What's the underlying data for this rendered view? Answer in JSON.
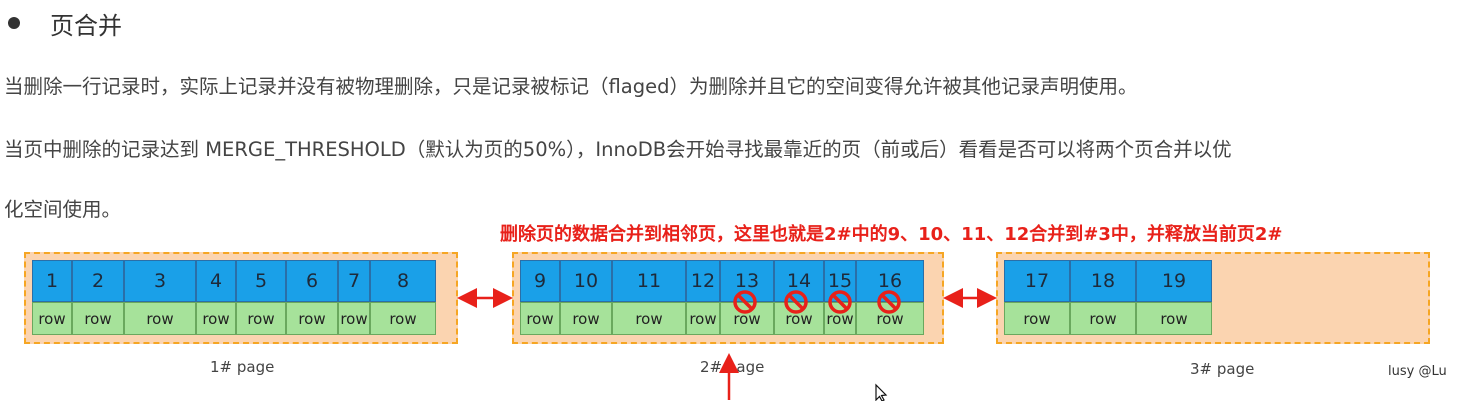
{
  "heading": "页合并",
  "paragraphs": [
    "当删除一行记录时，实际上记录并没有被物理删除，只是记录被标记（flaged）为删除并且它的空间变得允许被其他记录声明使用。",
    "当页中删除的记录达到 MERGE_THRESHOLD（默认为页的50%），InnoDB会开始寻找最靠近的页（前或后）看看是否可以将两个页合并以优",
    "化空间使用。"
  ],
  "annotation": "删除页的数据合并到相邻页，这里也就是2#中的9、10、11、12合并到#3中，并释放当前页2#",
  "pages": [
    {
      "label": "1#  page",
      "cells": [
        {
          "id": "1",
          "row": "row"
        },
        {
          "id": "2",
          "row": "row"
        },
        {
          "id": "3",
          "row": "row"
        },
        {
          "id": "4",
          "row": "row"
        },
        {
          "id": "5",
          "row": "row"
        },
        {
          "id": "6",
          "row": "row"
        },
        {
          "id": "7",
          "row": "row"
        },
        {
          "id": "8",
          "row": "row"
        }
      ]
    },
    {
      "label": "2#  page",
      "cells": [
        {
          "id": "9",
          "row": "row"
        },
        {
          "id": "10",
          "row": "row"
        },
        {
          "id": "11",
          "row": "row"
        },
        {
          "id": "12",
          "row": "row"
        },
        {
          "id": "13",
          "row": "row",
          "deleted": true
        },
        {
          "id": "14",
          "row": "row",
          "deleted": true
        },
        {
          "id": "15",
          "row": "row",
          "deleted": true
        },
        {
          "id": "16",
          "row": "row",
          "deleted": true
        }
      ]
    },
    {
      "label": "3#  page",
      "cells": [
        {
          "id": "17",
          "row": "row"
        },
        {
          "id": "18",
          "row": "row"
        },
        {
          "id": "19",
          "row": "row"
        }
      ]
    }
  ],
  "signature": "lusy @Lu",
  "colors": {
    "record_header": "#1aa0e8",
    "record_row": "#a6e29a",
    "page_bg": "#fbd4b0",
    "page_border": "#f6a623",
    "highlight": "#e8211a"
  }
}
